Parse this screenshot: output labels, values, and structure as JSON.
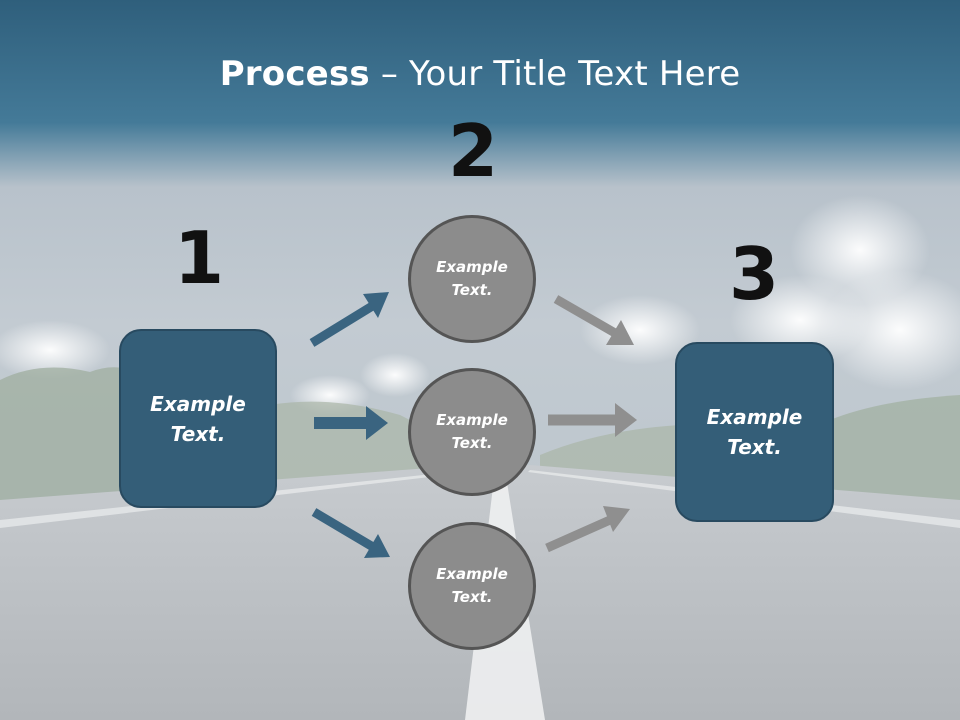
{
  "title": {
    "bold": "Process",
    "rest": " – Your Title Text Here"
  },
  "steps": [
    {
      "number": "1",
      "label": "Example Text."
    },
    {
      "number": "2"
    },
    {
      "number": "3",
      "label": "Example Text."
    }
  ],
  "circles": [
    {
      "label": "Example Text."
    },
    {
      "label": "Example Text."
    },
    {
      "label": "Example Text."
    }
  ],
  "colors": {
    "box_fill": "#345e78",
    "circle_fill": "#8c8c8c",
    "arrow_blue": "#3a6480",
    "arrow_gray": "#8f8f8f"
  }
}
